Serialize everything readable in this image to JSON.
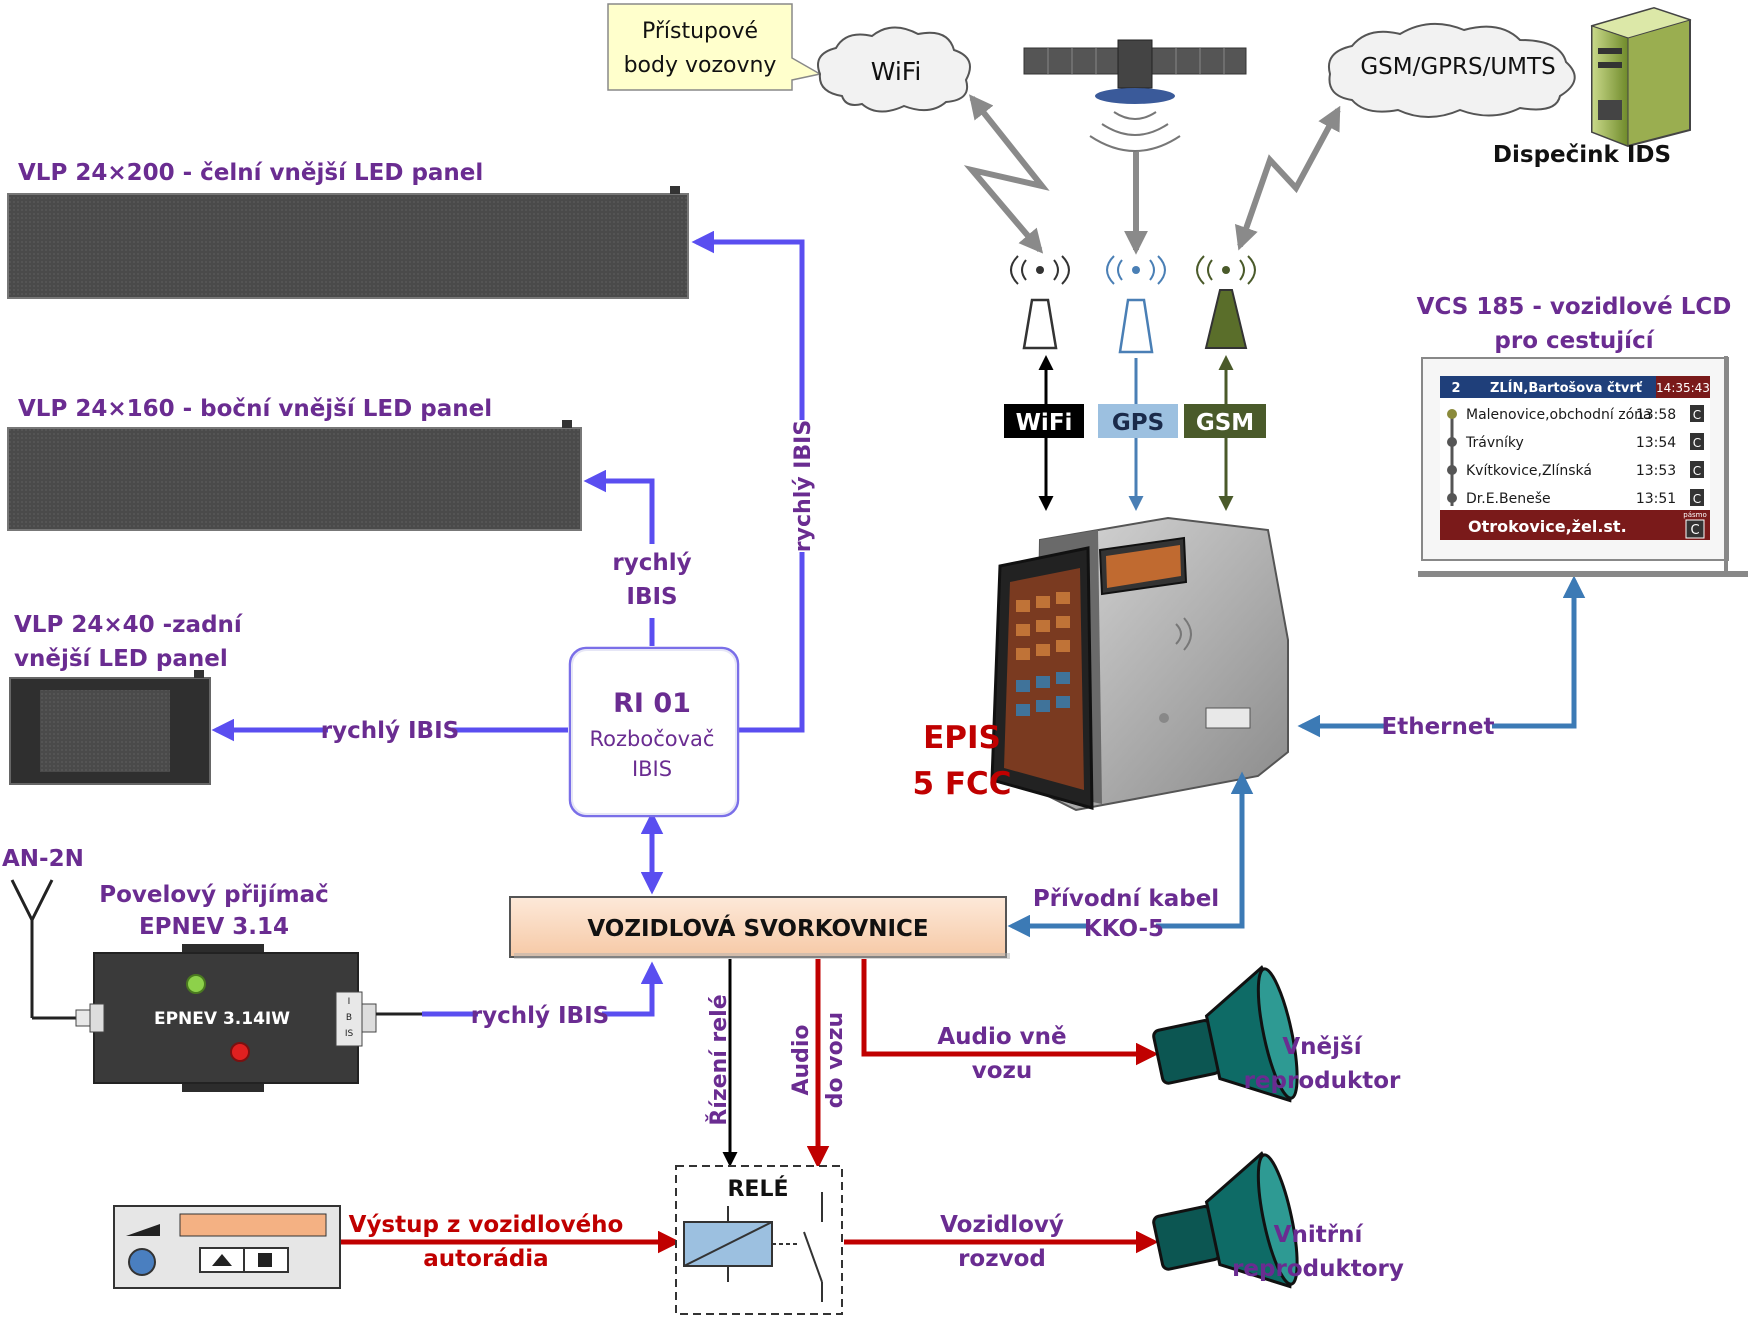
{
  "colors": {
    "ibis_line": "#5a4ef0",
    "audio_line": "#c00000",
    "eth_line": "#3c7ab5",
    "text_purple": "#6a2c91",
    "text_red": "#c00000",
    "gsm_green": "#4a5a2a",
    "gps_blue": "#9cc0e0"
  },
  "panels": {
    "front": "VLP 24×200 - čelní vnější LED panel",
    "side": "VLP 24×160 - boční vnější LED panel",
    "rear_line1": "VLP 24×40 -zadní",
    "rear_line2": "vnější LED panel"
  },
  "links": {
    "fast_ibis_vertical": "rychlý IBIS",
    "fast_ibis_1": "rychlý",
    "fast_ibis_2": "IBIS",
    "fast_ibis_rear": "rychlý IBIS",
    "fast_ibis_epnev": "rychlý IBIS",
    "ethernet": "Ethernet",
    "cable_1": "Přívodní kabel",
    "cable_2": "KKO-5",
    "relay_control": "Řízení relé",
    "audio_in_1": "Audio",
    "audio_in_2": "do vozu",
    "audio_out_1": "Audio vně",
    "audio_out_2": "vozu",
    "radio_out_1": "Výstup z vozidlového",
    "radio_out_2": "autorádia",
    "distribution_1": "Vozidlový",
    "distribution_2": "rozvod"
  },
  "ri01": {
    "title": "RI 01",
    "line1": "Rozbočovač",
    "line2": "IBIS"
  },
  "terminal": "VOZIDLOVÁ SVORKOVNICE",
  "epis": {
    "line1": "EPIS",
    "line2": "5 FCC"
  },
  "antenna": "AN-2N",
  "receiver": {
    "title1": "Povelový přijímač",
    "title2": "EPNEV 3.14",
    "device_label": "EPNEV 3.14IW",
    "port_label": [
      "I",
      "B",
      "IS"
    ]
  },
  "relay": "RELÉ",
  "speakers": {
    "outer_1": "Vnější",
    "outer_2": "reproduktor",
    "inner_1": "Vnitřní",
    "inner_2": "reproduktory"
  },
  "network": {
    "callout_1": "Přístupové",
    "callout_2": "body vozovny",
    "wifi_cloud": "WiFi",
    "gsm_cloud": "GSM/GPRS/UMTS",
    "dispatch": "Dispečink IDS",
    "wifi_label": "WiFi",
    "gps_label": "GPS",
    "gsm_label": "GSM"
  },
  "lcd": {
    "title1": "VCS 185 - vozidlové LCD",
    "title2": "pro cestující",
    "line_no": "2",
    "header_stop": "ZLÍN,Bartošova čtvrť",
    "header_time": "14:35:43",
    "stops": [
      {
        "name": "Malenovice,obchodní zóna",
        "time": "13:58",
        "zone": "C"
      },
      {
        "name": "Trávníky",
        "time": "13:54",
        "zone": "C"
      },
      {
        "name": "Kvítkovice,Zlínská",
        "time": "13:53",
        "zone": "C"
      },
      {
        "name": "Dr.E.Beneše",
        "time": "13:51",
        "zone": "C"
      }
    ],
    "final_stop": "Otrokovice,žel.st.",
    "zone_caption": "pásmo",
    "final_zone": "C"
  }
}
